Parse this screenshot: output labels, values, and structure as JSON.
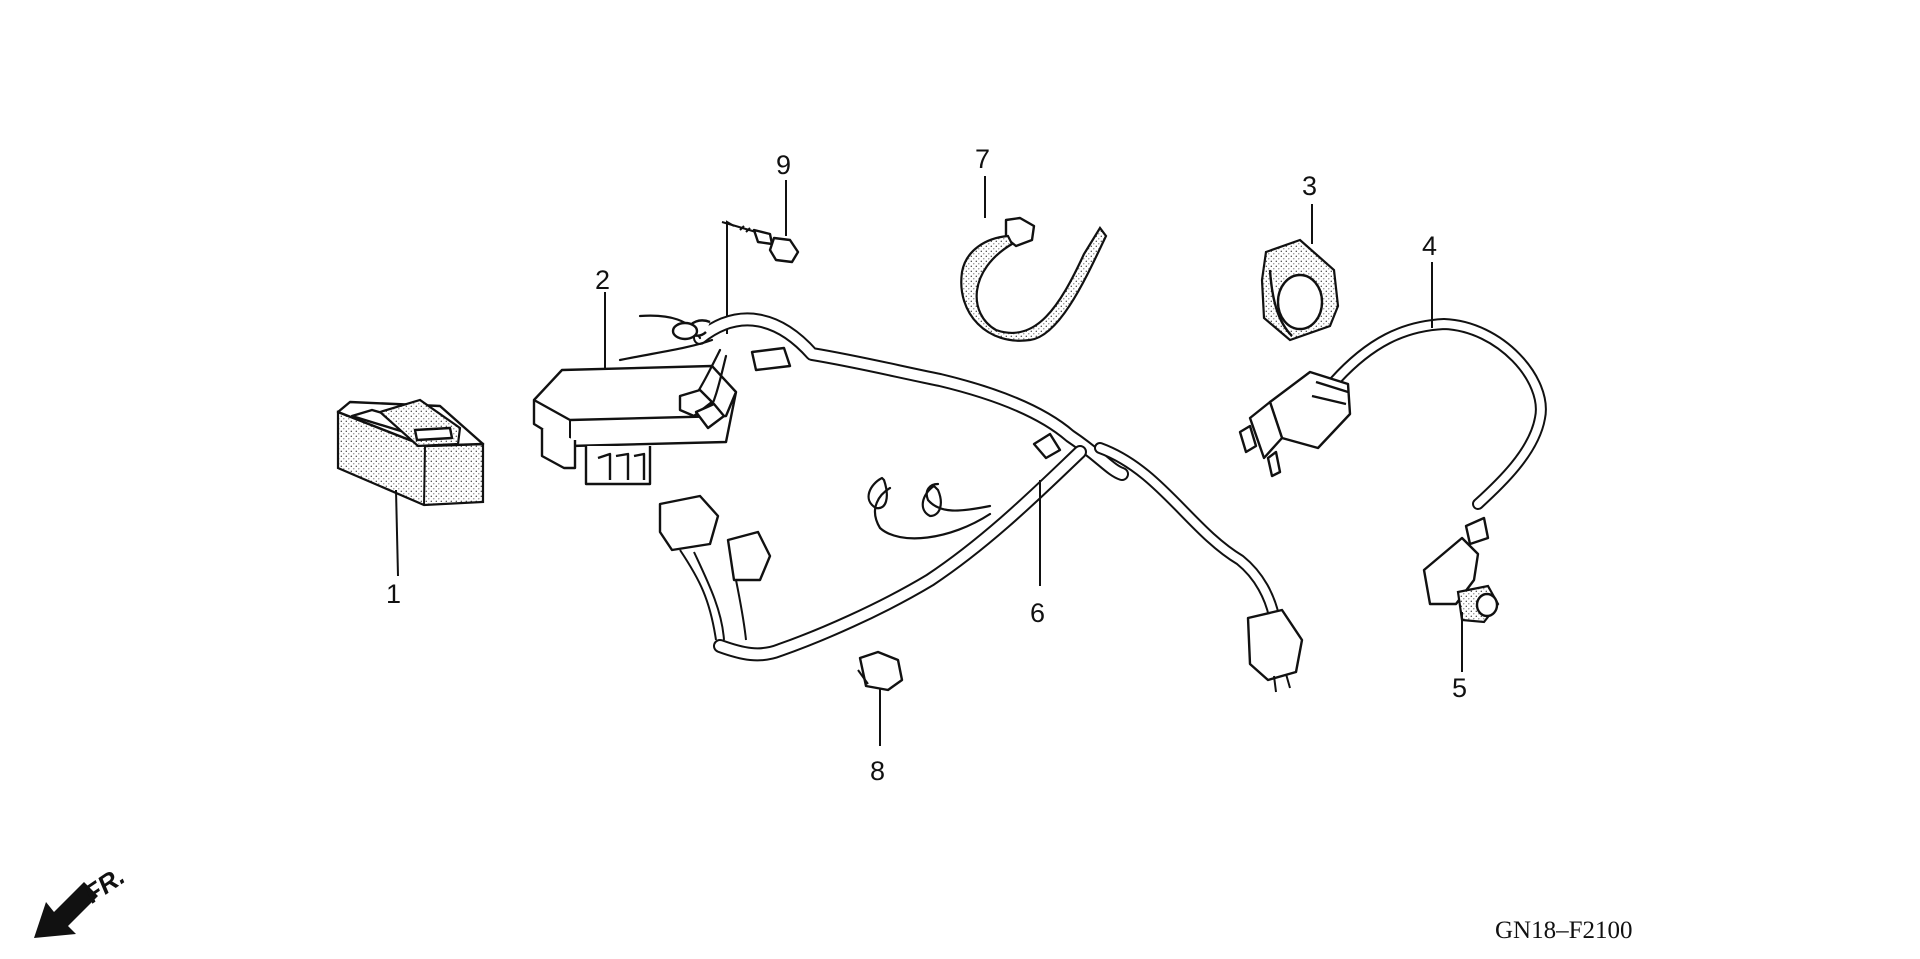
{
  "callouts": [
    "1",
    "2",
    "3",
    "4",
    "5",
    "6",
    "7",
    "8",
    "9"
  ],
  "direction_label": "FR.",
  "diagram_code": "GN18–F2100"
}
